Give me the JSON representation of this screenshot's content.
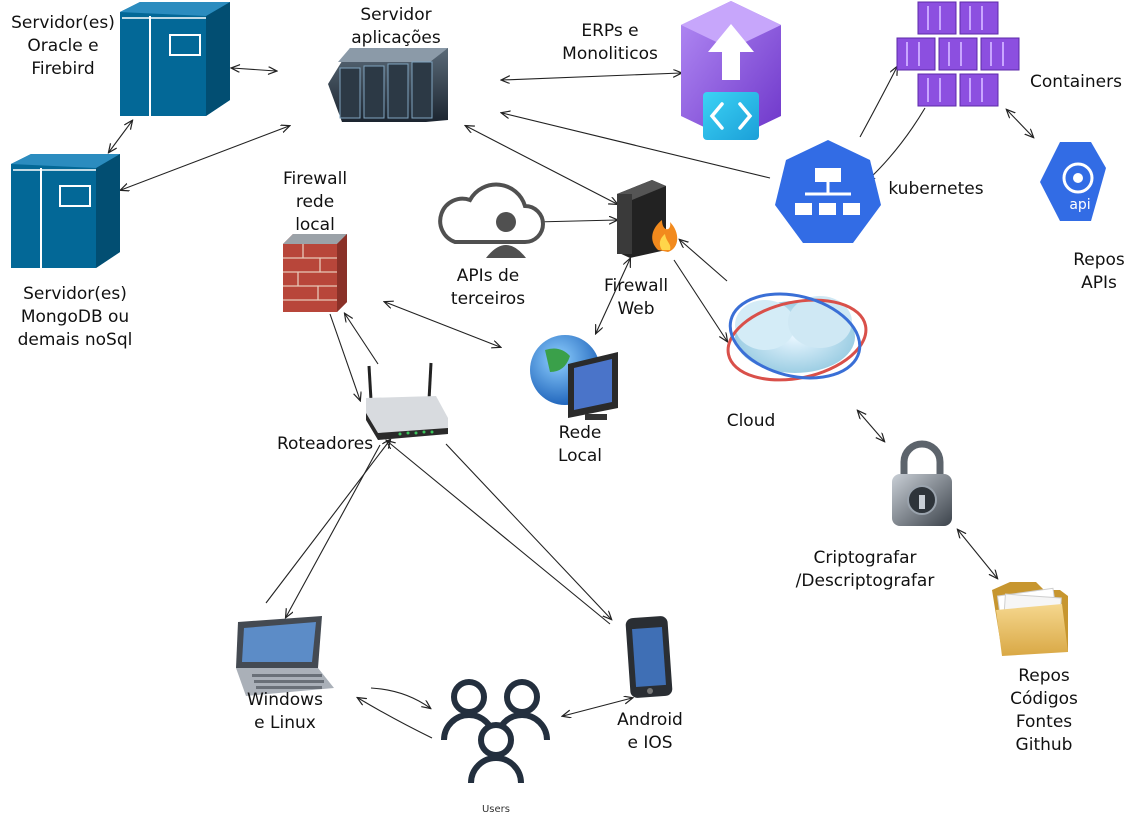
{
  "labels": {
    "oracle_server": "Servidor(es)\nOracle e\nFirebird",
    "app_server": "Servidor\naplicações",
    "erps": "ERPs e\nMonoliticos",
    "containers": "Containers",
    "kubernetes": "kubernetes",
    "api_badge": "api",
    "repos_apis": "Repos\nAPIs",
    "firewall_local": "Firewall\nrede\nlocal",
    "apis_terceiros": "APIs de\nterceiros",
    "firewall_web": "Firewall\nWeb",
    "mongo_server": "Servidor(es)\nMongoDB ou\ndemais noSql",
    "cloud": "Cloud",
    "rede_local": "Rede\nLocal",
    "roteadores": "Roteadores",
    "cripto": "Criptografar\n/Descriptografar",
    "windows_linux": "Windows\ne Linux",
    "android_ios": "Android\ne IOS",
    "repos_codigos": "Repos\nCódigos\nFontes\nGithub",
    "users": "Users"
  },
  "colors": {
    "server_blue": "#036897",
    "azure_purple": "#8c4fe0",
    "kubernetes_blue": "#326ce5",
    "firewall_brick": "#b8463a",
    "folder_yellow": "#e9c06a",
    "users_dark": "#232f3e"
  }
}
